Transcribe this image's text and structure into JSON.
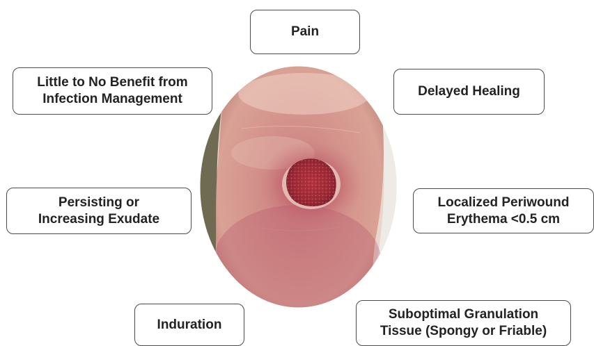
{
  "diagram": {
    "central_image": "wound-photo",
    "labels": {
      "pain": "Pain",
      "little_benefit_line1": "Little to No Benefit from",
      "little_benefit_line2": "Infection Management",
      "delayed_healing": "Delayed Healing",
      "persisting_line1": "Persisting or",
      "persisting_line2": "Increasing Exudate",
      "localized_line1": "Localized Periwound",
      "localized_line2": "Erythema <0.5 cm",
      "induration": "Induration",
      "suboptimal_line1": "Suboptimal Granulation",
      "suboptimal_line2": "Tissue (Spongy or Friable)"
    },
    "colors": {
      "box_border": "#4a4a4a",
      "text": "#222222",
      "skin": "#d79a8f",
      "wound_bed": "#a8303a",
      "erythema": "#b8505e"
    }
  }
}
